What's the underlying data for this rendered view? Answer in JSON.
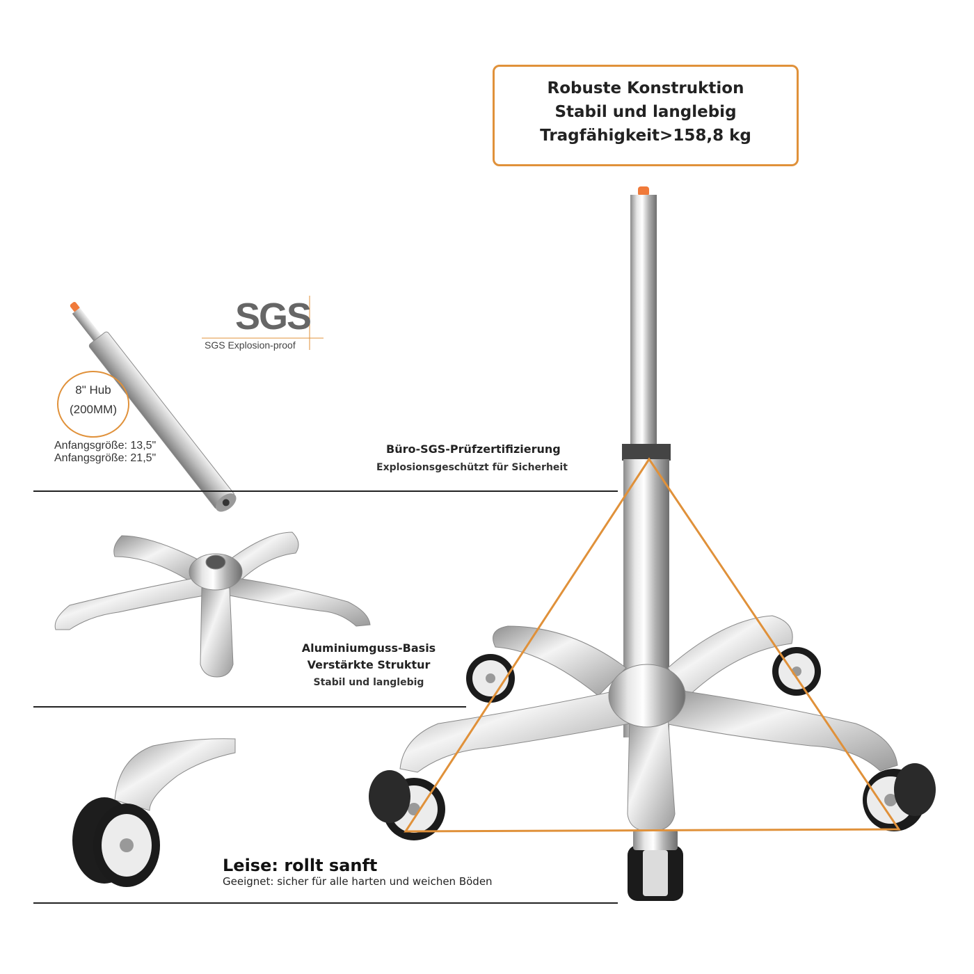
{
  "feature_box": {
    "line1": "Robuste Konstruktion",
    "line2": "Stabil und langlebig",
    "line3": "Tragfähigkeit>158,8 kg"
  },
  "gas_lift": {
    "hub_line1": "8\" Hub",
    "hub_line2": "(200MM)",
    "size_line1": "Anfangsgröße: 13,5\"",
    "size_line2": "Anfangsgröße: 21,5\""
  },
  "sgs": {
    "logo": "SGS",
    "subtitle": "SGS Explosion-proof",
    "cert_title": "Büro-SGS-Prüfzertifizierung",
    "cert_sub": "Explosionsgeschützt für Sicherheit"
  },
  "base": {
    "line1": "Aluminiumguss-Basis",
    "line2": "Verstärkte Struktur",
    "line3": "Stabil und langlebig"
  },
  "wheels": {
    "title": "Leise: rollt sanft",
    "subtitle": "Geeignet: sicher für alle harten und weichen Böden"
  },
  "colors": {
    "accent": "#e0913a",
    "chrome": "#c8c8c8",
    "divider": "#222222"
  }
}
